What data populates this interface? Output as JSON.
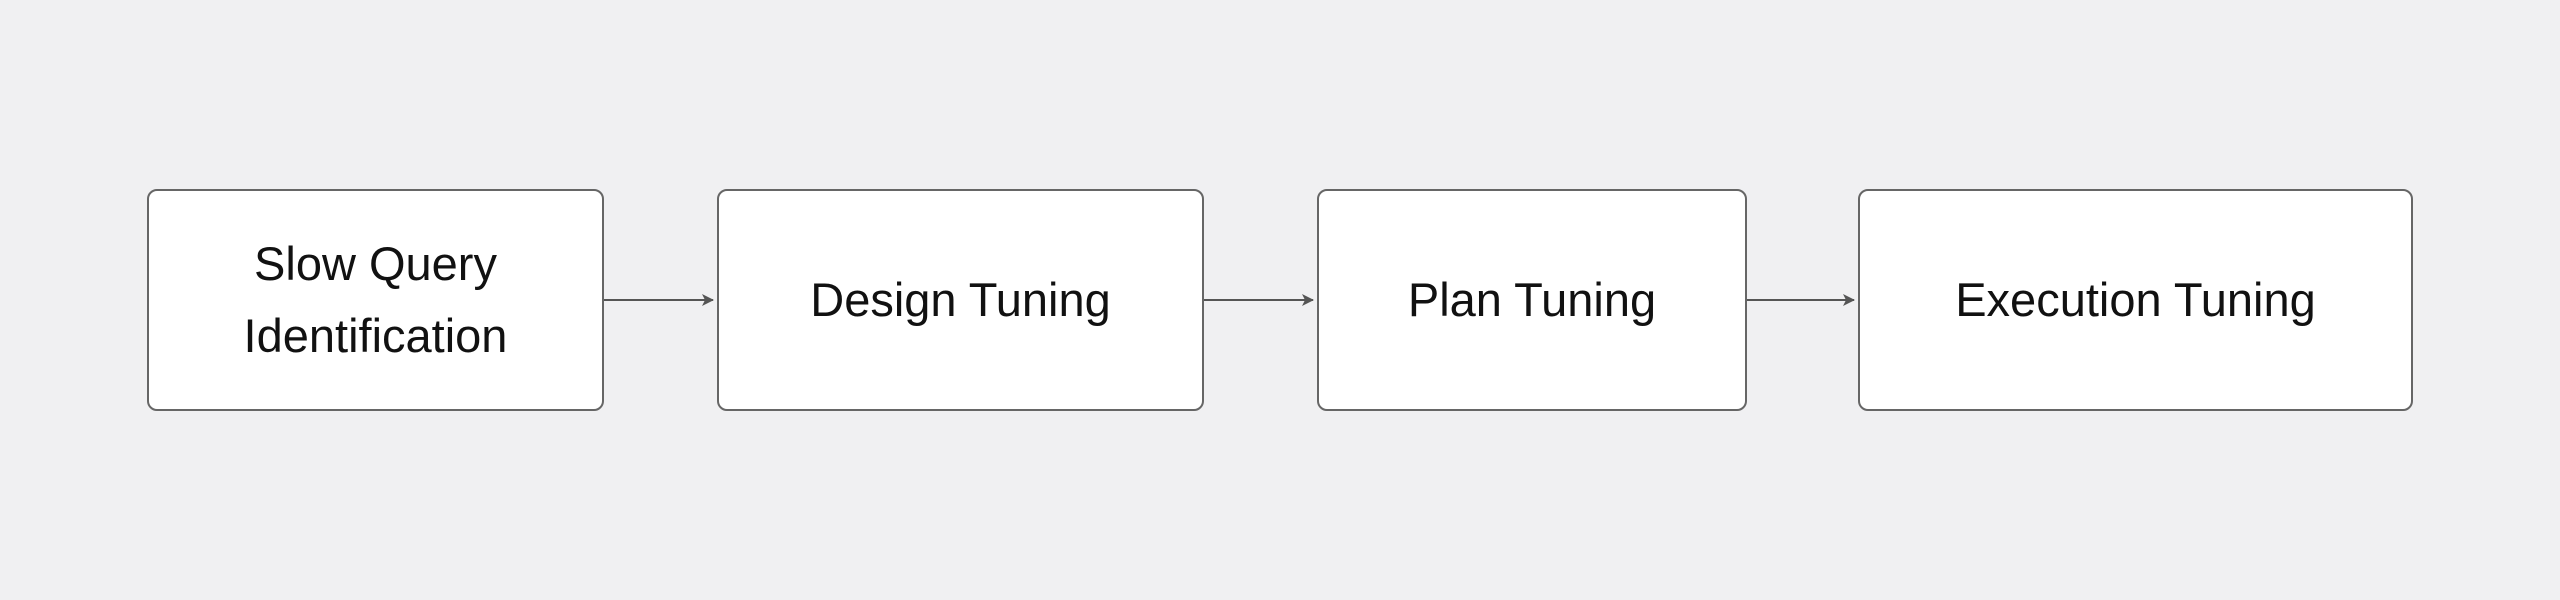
{
  "colors": {
    "background": "#f0f0f2",
    "box_fill": "#ffffff",
    "box_border": "#666666",
    "text": "#111111",
    "arrow": "#555555"
  },
  "steps": [
    {
      "label": "Slow Query Identification"
    },
    {
      "label": "Design Tuning"
    },
    {
      "label": "Plan Tuning"
    },
    {
      "label": "Execution Tuning"
    }
  ]
}
